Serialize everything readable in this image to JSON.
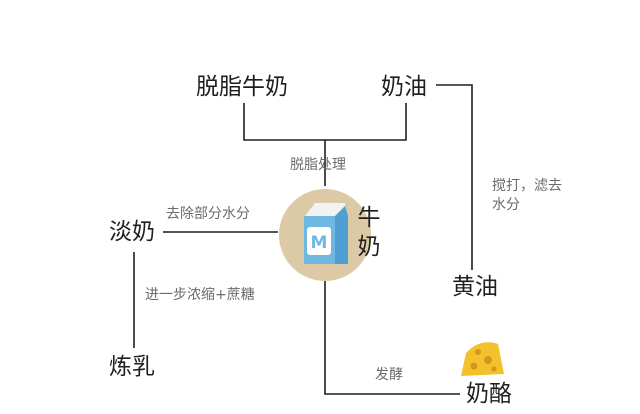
{
  "colors": {
    "line": "#1f1f1f",
    "milk_circle": "#dcc9a6",
    "carton_front": "#6fb8e4",
    "carton_side": "#4f9fd2",
    "carton_top": "#f2f2f2",
    "cheese": "#f3c12c",
    "cheese_holes": "#d8951c"
  },
  "nodes": {
    "skim_milk": "脱脂牛奶",
    "cream": "奶油",
    "evaporated_milk": "淡奶",
    "milk_char1": "牛",
    "milk_char2": "奶",
    "butter": "黄油",
    "condensed_milk": "炼乳",
    "cheese": "奶酪"
  },
  "edges": {
    "skim_process": "脱脂处理",
    "remove_water": "去除部分水分",
    "further_concentrate": "进一步浓缩+蔗糖",
    "whip_filter": "搅打，滤去水分",
    "ferment": "发酵"
  },
  "icons": {
    "milk": "milk-carton-icon",
    "milk_letter": "M",
    "cheese": "cheese-icon"
  }
}
